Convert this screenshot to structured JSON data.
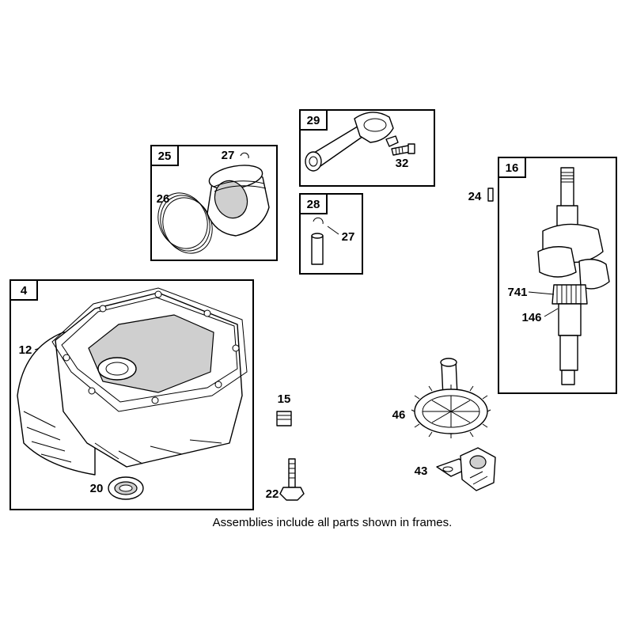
{
  "frames": {
    "f25": "25",
    "f29": "29",
    "f28": "28",
    "f16": "16",
    "f4": "4"
  },
  "labels": {
    "p27a": "27",
    "p26": "26",
    "p32": "32",
    "p27b": "27",
    "p24": "24",
    "p741": "741",
    "p146": "146",
    "p12": "12",
    "p15": "15",
    "p46": "46",
    "p43": "43",
    "p20": "20",
    "p22": "22"
  },
  "caption": "Assemblies include all parts shown in frames."
}
